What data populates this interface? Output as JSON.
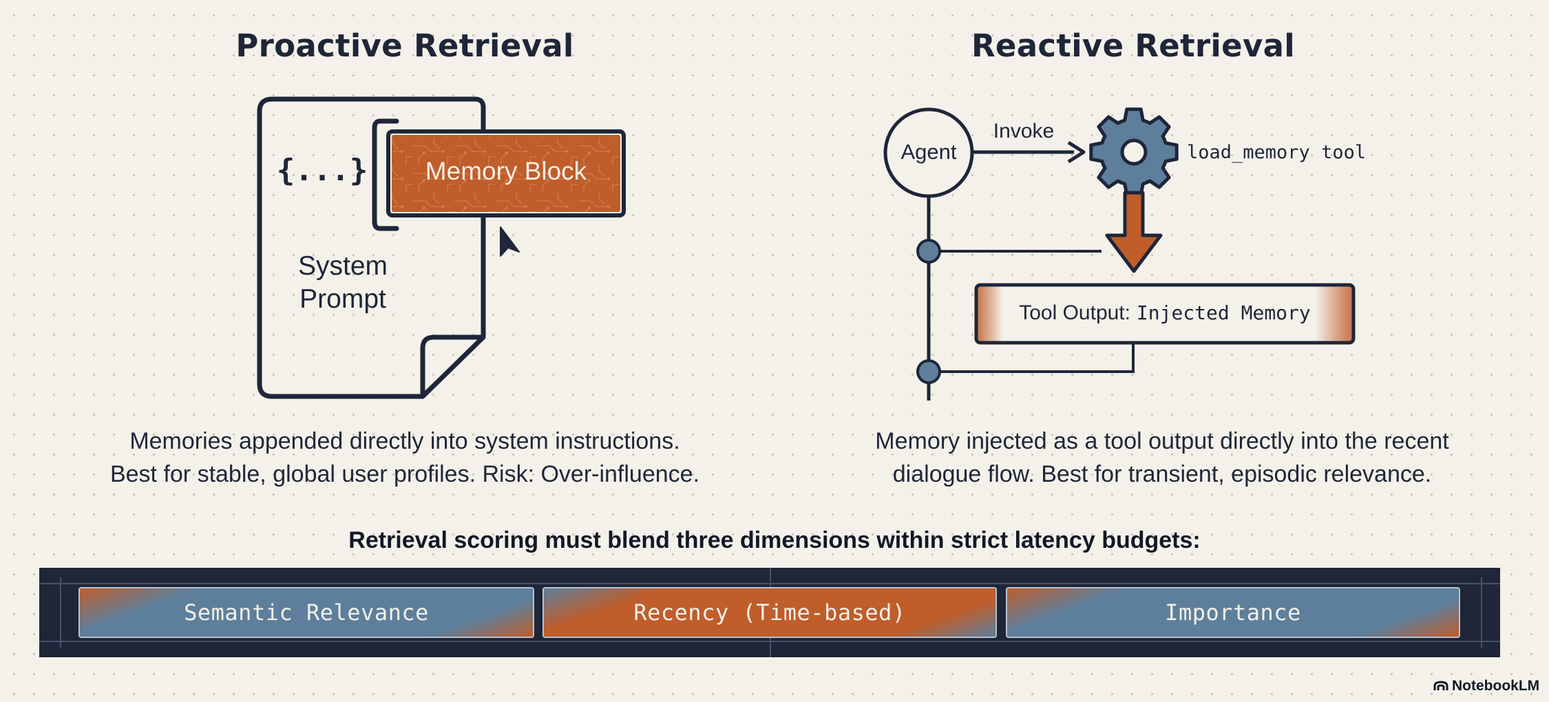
{
  "proactive": {
    "title": "Proactive Retrieval",
    "braces_label": "{...}",
    "memory_block_label": "Memory Block",
    "doc_label_line1": "System",
    "doc_label_line2": "Prompt",
    "caption_line1": "Memories appended directly into system instructions.",
    "caption_line2": "Best for stable, global user profiles. Risk: Over-influence."
  },
  "reactive": {
    "title": "Reactive Retrieval",
    "agent_label": "Agent",
    "invoke_label": "Invoke",
    "tool_label": "load_memory tool",
    "output_prefix": "Tool Output:",
    "output_value": "Injected Memory",
    "caption_line1": "Memory injected as a tool output directly into the recent",
    "caption_line2": "dialogue flow. Best for transient, episodic relevance."
  },
  "scoring": {
    "subtitle": "Retrieval scoring must blend three dimensions within strict latency budgets:",
    "dimensions": [
      {
        "label": "Semantic Relevance",
        "color": "#5e7f9c"
      },
      {
        "label": "Recency (Time-based)",
        "color": "#bf5d2b"
      },
      {
        "label": "Importance",
        "color": "#5e7f9c"
      }
    ]
  },
  "brand": {
    "name": "NotebookLM"
  },
  "colors": {
    "navy": "#1e2638",
    "orange": "#bf5d2b",
    "steel_blue": "#5e7f9c",
    "background": "#f4f1ea"
  }
}
